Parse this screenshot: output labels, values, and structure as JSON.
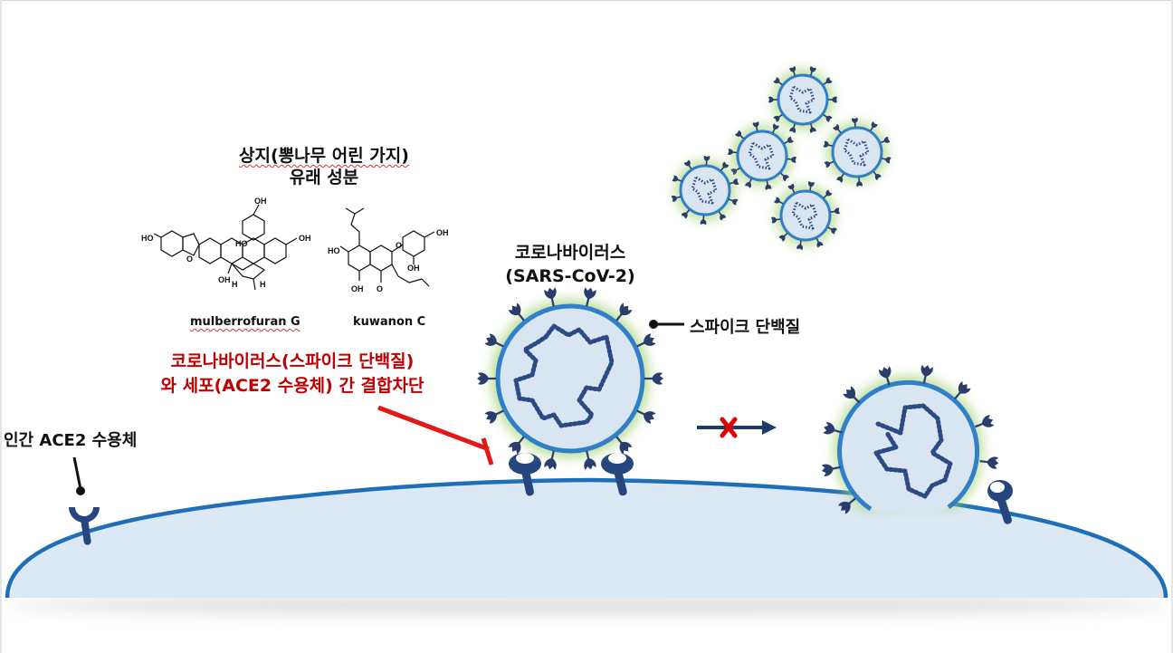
{
  "source_label": {
    "line1": "상지(뽕나무 어린 가지)",
    "line2": "유래 성분"
  },
  "compounds": [
    {
      "name": "mulberrofuran G"
    },
    {
      "name": "kuwanon C"
    }
  ],
  "structure_labels": {
    "oh": "HO",
    "oh_r": "OH",
    "h": "H",
    "o": "O"
  },
  "virus_label": {
    "line1": "코로나바이러스",
    "line2": "(SARS-CoV-2)"
  },
  "spike_label": "스파이크 단백질",
  "block_label": {
    "line1": "코로나바이러스(스파이크 단백질)",
    "line2": "와 세포(ACE2 수용체) 간 결합차단"
  },
  "receptor_label": "인간 ACE2 수용체",
  "colors": {
    "cell_fill": "#dce8f3",
    "cell_edge": "#1f6fb8",
    "virus_fill": "#d9e6f1",
    "virus_ring": "#2f7fc9",
    "virus_glow": "#a9d47e",
    "spike": "#2b3d6b",
    "rna": "#2e4a86",
    "receptor": "#27467e",
    "block_text": "#c00000",
    "inhibit_red": "#e01818",
    "arrow": "#1f3b66",
    "x_mark": "#e00000"
  }
}
